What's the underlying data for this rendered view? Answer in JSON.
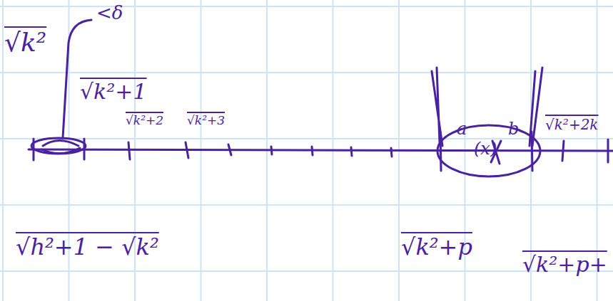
{
  "diagram": {
    "labels": [
      "√k²",
      "<δ",
      "√k²+1",
      "√k²+2",
      "√k²+3",
      "a",
      "b",
      "√k²+2k",
      "(x)",
      "√h²+1 − √k²",
      "√k²+p",
      "√k²+p+"
    ]
  }
}
